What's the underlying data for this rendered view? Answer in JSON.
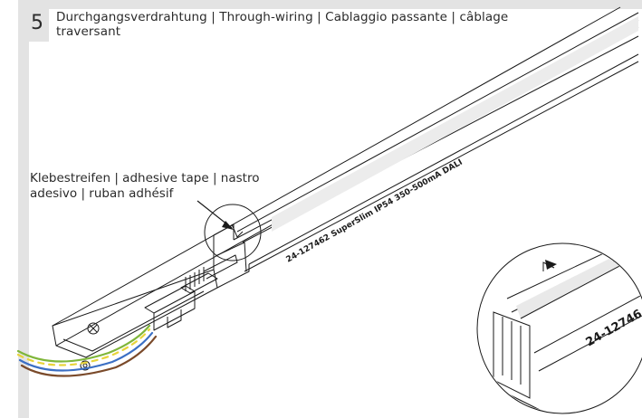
{
  "step": {
    "number": "5"
  },
  "header": {
    "title": "Durchgangsverdrahtung | Through-wiring | Cablaggio passante | câblage traversant"
  },
  "callout": {
    "label": "Klebestreifen | adhesive tape | nastro adesivo | ruban adhésif"
  },
  "profile": {
    "print_main": "24-127462 SuperSlim IP54 350-500mA DALI",
    "print_detail": "24-12746"
  },
  "colors": {
    "frame": "#e3e3e3",
    "line": "#1a1a1a",
    "wire_green": "#7fb63a",
    "wire_yellow": "#e8d43a",
    "wire_blue": "#3b6fc4",
    "wire_brown": "#7a4a2a"
  },
  "icons": [
    "magnifier-circle-icon",
    "arrow-icon"
  ]
}
